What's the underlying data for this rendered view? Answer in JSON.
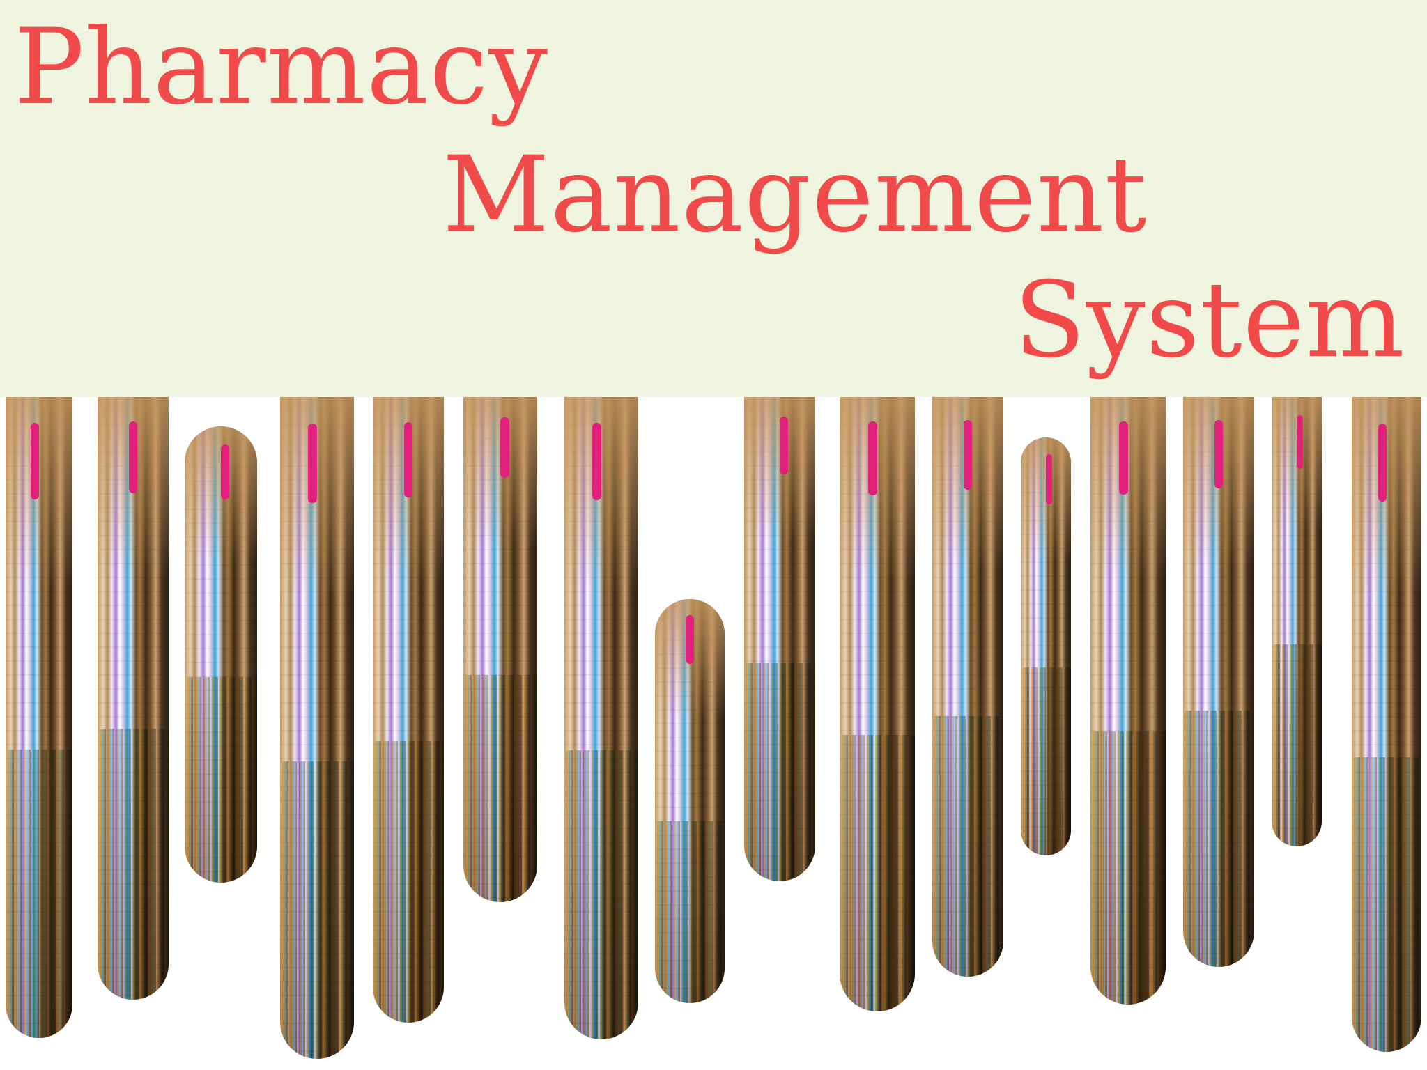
{
  "title": {
    "words": [
      "Pharmacy",
      "Management",
      "System"
    ]
  },
  "colors": {
    "banner_background": "#eff4de",
    "title_text": "#f04a4a",
    "page_background": "#ffffff"
  }
}
